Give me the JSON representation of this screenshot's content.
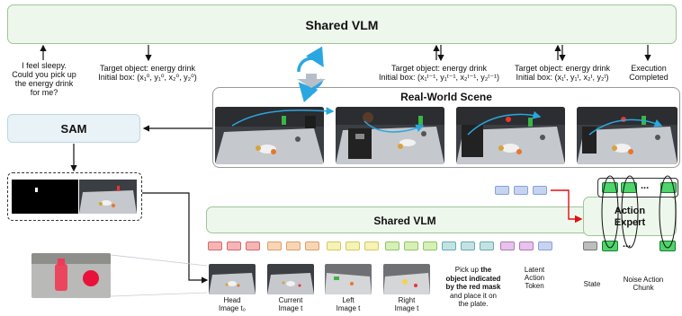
{
  "top_vlm": {
    "label": "Shared VLM"
  },
  "user_instruction": [
    "I feel sleepy.",
    "Could you pick up",
    "the energy drink",
    "for me?"
  ],
  "target_1": {
    "line1": "Target object: energy drink",
    "line2": "Initial box: (x₁⁰, y₁⁰, x₂⁰, y₂⁰)"
  },
  "target_2": {
    "line1": "Target object: energy drink",
    "line2": "Initial box: (x₁ᵗ⁻¹, y₁ᵗ⁻¹, x₂ᵗ⁻¹, y₂ᵗ⁻¹)"
  },
  "target_3": {
    "line1": "Target object: energy drink",
    "line2": "Initial box: (x₁ᵗ, y₁ᵗ, x₂ᵗ, y₂ᵗ)"
  },
  "execution": [
    "Execution",
    "Completed"
  ],
  "scene": {
    "title": "Real-World Scene"
  },
  "sam": {
    "label": "SAM"
  },
  "bottom_vlm": {
    "label": "Shared VLM"
  },
  "action_expert": {
    "label_line1": "Action",
    "label_line2": "Expert",
    "ellipsis_top": "...",
    "ellipsis_bottom": "..."
  },
  "captions": {
    "head": [
      "Head",
      "Image t₀"
    ],
    "current": [
      "Current",
      "Image t"
    ],
    "left": [
      "Left",
      "Image t"
    ],
    "right": [
      "Right",
      "Image t"
    ],
    "instruction": {
      "part1": "Pick up ",
      "bold1": "the",
      "bold2": "object indicated",
      "bold3": "by the red mask",
      "part2": "and place it on",
      "part3": "the plate."
    },
    "latent": [
      "Latent",
      "Action",
      "Token"
    ],
    "state": "State",
    "noise": [
      "Noise Action",
      "Chunk"
    ]
  },
  "colors": {
    "vlm_fill": "#eef7ec",
    "vlm_border": "#9fc49a",
    "sam_fill": "#e9f2f7",
    "cycle_blue": "#2aa7e0",
    "token_red": "#f5b5b5",
    "token_orange": "#f8d6b5",
    "token_yellow": "#f6f3b4",
    "token_green": "#d6f0b6",
    "token_teal": "#c3e3e3",
    "token_pink": "#e7c2ea",
    "latent_blue": "#c6d4f0",
    "noise_green": "#4ed46a",
    "state_grey": "#bdbdbd",
    "arrow_red": "#d11"
  },
  "icons": [
    "cycle-icon",
    "down-arrow-icon"
  ]
}
